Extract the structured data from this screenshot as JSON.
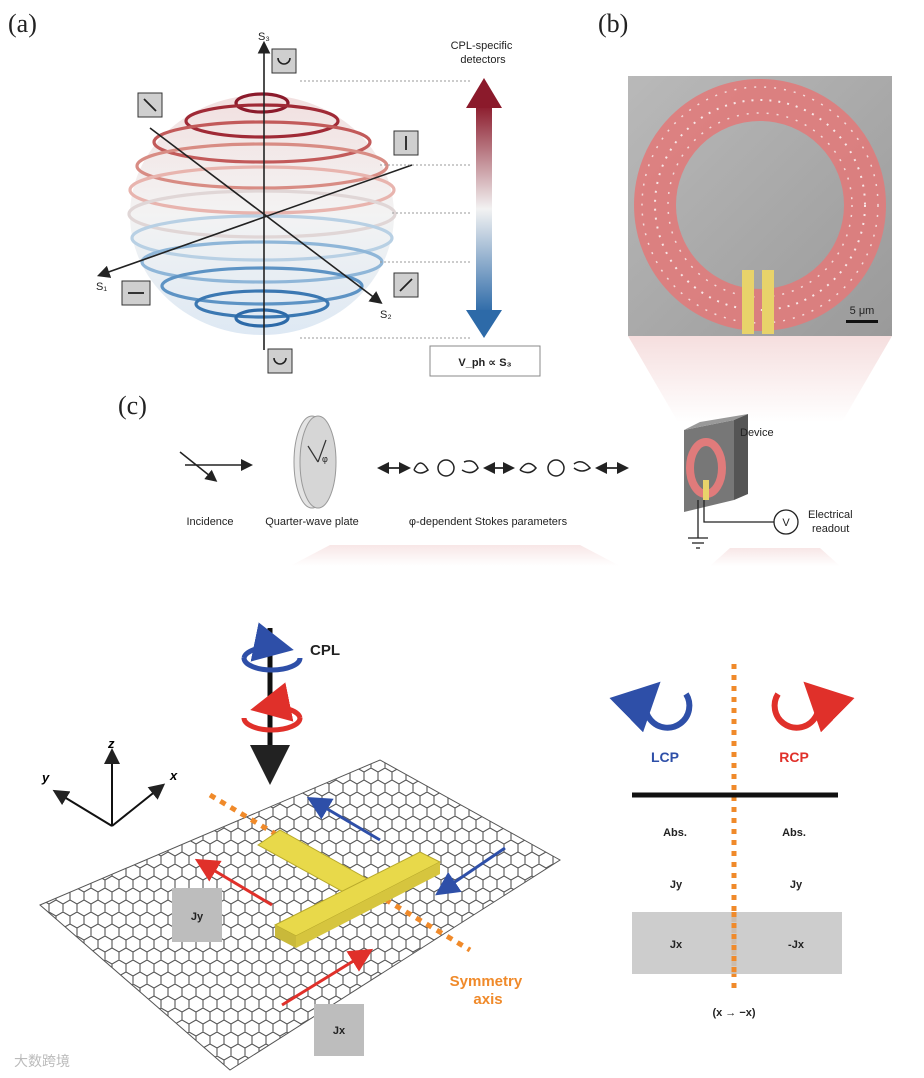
{
  "panels": {
    "a": {
      "label": "(a)",
      "axes": {
        "s1": "S₁",
        "s2": "S₂",
        "s3": "S₃"
      },
      "detector_label": "CPL-specific\ndetectors",
      "readout_formula": "V_ph ∝ S₃",
      "icons": [
        "circular-arrow-icon",
        "diagonal-arrow-icon",
        "vertical-arrow-icon",
        "horizontal-arrow-icon",
        "antidiagonal-arrow-icon",
        "circular-arrow-icon"
      ],
      "colors": {
        "top": "#8b1a2b",
        "bottom": "#2d6aa8"
      }
    },
    "b": {
      "label": "(b)",
      "scale_bar": "5 μm",
      "colors": {
        "ring": "#e07b7b",
        "contacts": "#e8d36a"
      }
    },
    "c": {
      "label": "(c)",
      "incidence_label": "Incidence",
      "waveplate_label": "Quarter-wave plate",
      "phi_symbol": "φ",
      "stokes_label": "φ-dependent Stokes parameters",
      "device_label": "Device",
      "voltmeter_symbol": "V",
      "electrical_label": "Electrical\nreadout"
    }
  },
  "lower_left": {
    "cpl_label": "CPL",
    "axes": {
      "x": "x",
      "y": "y",
      "z": "z"
    },
    "jy_label": "Jy",
    "jx_label": "Jx",
    "symmetry_label": "Symmetry\naxis",
    "colors": {
      "lcp": "#2e4fa8",
      "rcp": "#e0302a",
      "symmetry": "#f08a2a",
      "bar": "#e8d94a"
    }
  },
  "lower_right": {
    "lcp_label": "LCP",
    "rcp_label": "RCP",
    "rows": [
      {
        "left": "Abs.",
        "right": "Abs."
      },
      {
        "left": "Jy",
        "right": "Jy"
      },
      {
        "left": "Jx",
        "right": "-Jx"
      }
    ],
    "transform_label": "(x → −x)"
  },
  "watermark": "大数跨境"
}
